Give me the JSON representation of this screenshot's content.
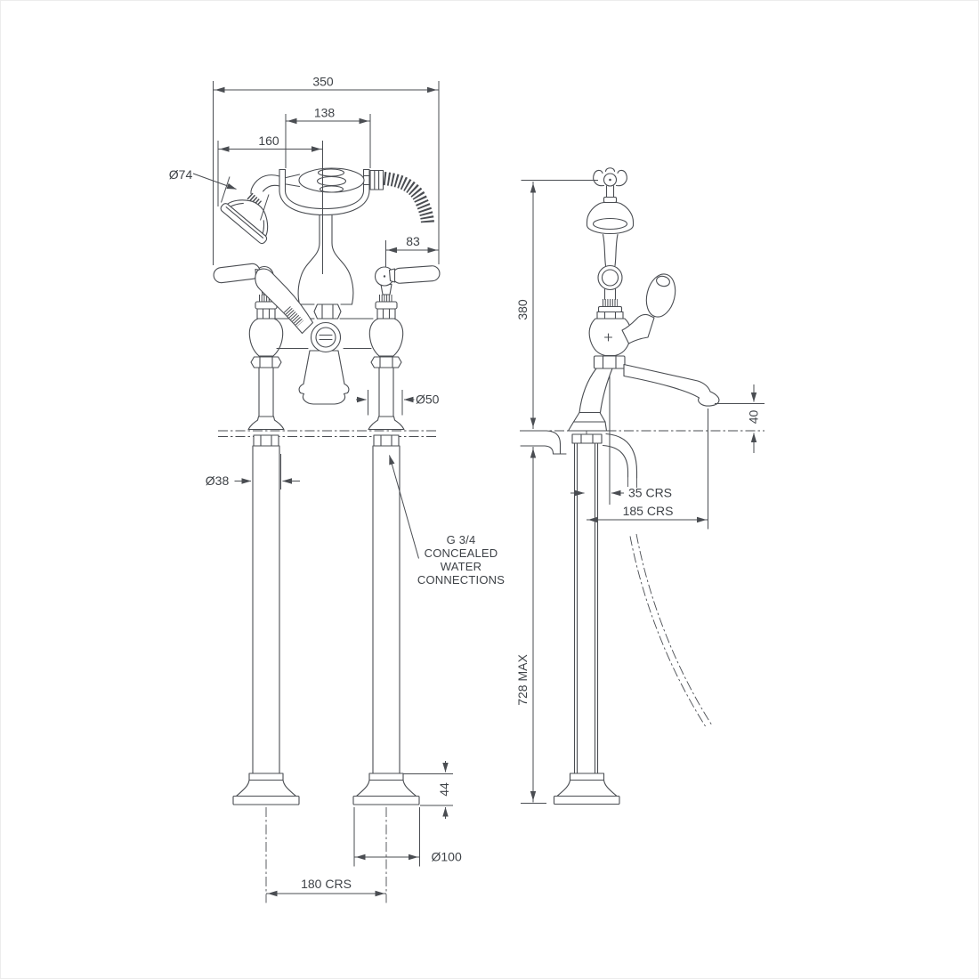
{
  "page": {
    "background": "#ffffff"
  },
  "drawing": {
    "line_color": "#4a4d52",
    "text_color": "#3e4247",
    "front_view": {
      "dims": {
        "overall_width": "350",
        "handset_to_hose": "138",
        "handset_to_centre": "160",
        "handset_head_diameter": "Ø74",
        "lever_projection": "83",
        "shroud_cover_diameter": "Ø50",
        "standpipe_diameter": "Ø38",
        "base_height": "44",
        "base_diameter": "Ø100",
        "pipe_centres": "180 CRS"
      },
      "note_lines": [
        "G 3/4",
        "CONCEALED",
        "WATER",
        "CONNECTIONS"
      ]
    },
    "side_view": {
      "dims": {
        "height_above_rim": "380",
        "spout_outlet_height": "40",
        "connection_offset": "35 CRS",
        "spout_projection": "185 CRS",
        "max_floor_to_rim": "728 MAX"
      }
    }
  }
}
